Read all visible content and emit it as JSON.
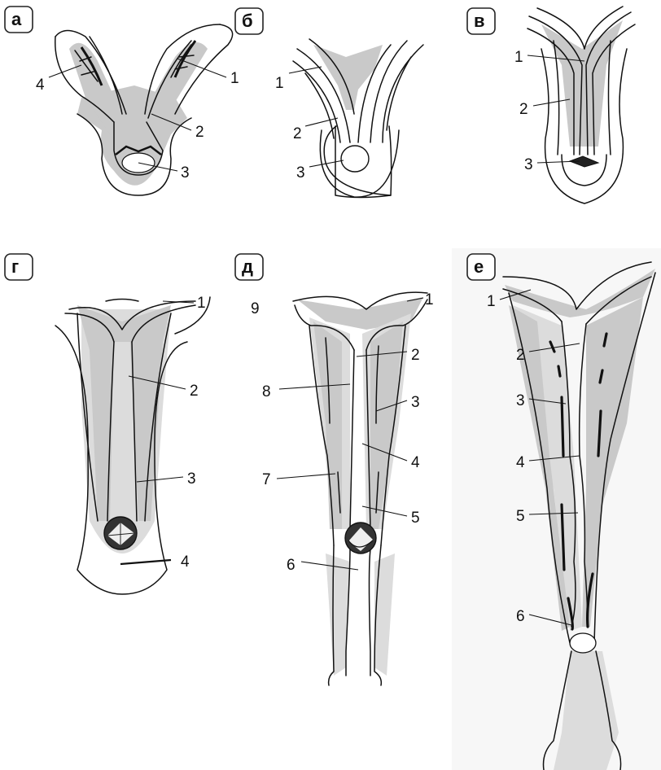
{
  "panels": {
    "a": {
      "letter": "а",
      "labels": [
        "1",
        "2",
        "3",
        "4"
      ]
    },
    "b": {
      "letter": "б",
      "labels": [
        "1",
        "2",
        "3"
      ]
    },
    "v": {
      "letter": "в",
      "labels": [
        "1",
        "2",
        "3"
      ]
    },
    "g": {
      "letter": "г",
      "labels": [
        "1",
        "2",
        "3",
        "4"
      ]
    },
    "d": {
      "letter": "д",
      "labels": [
        "1",
        "2",
        "3",
        "4",
        "5",
        "6",
        "7",
        "8",
        "9"
      ]
    },
    "e": {
      "letter": "е",
      "labels": [
        "1",
        "2",
        "3",
        "4",
        "5",
        "6"
      ]
    }
  }
}
